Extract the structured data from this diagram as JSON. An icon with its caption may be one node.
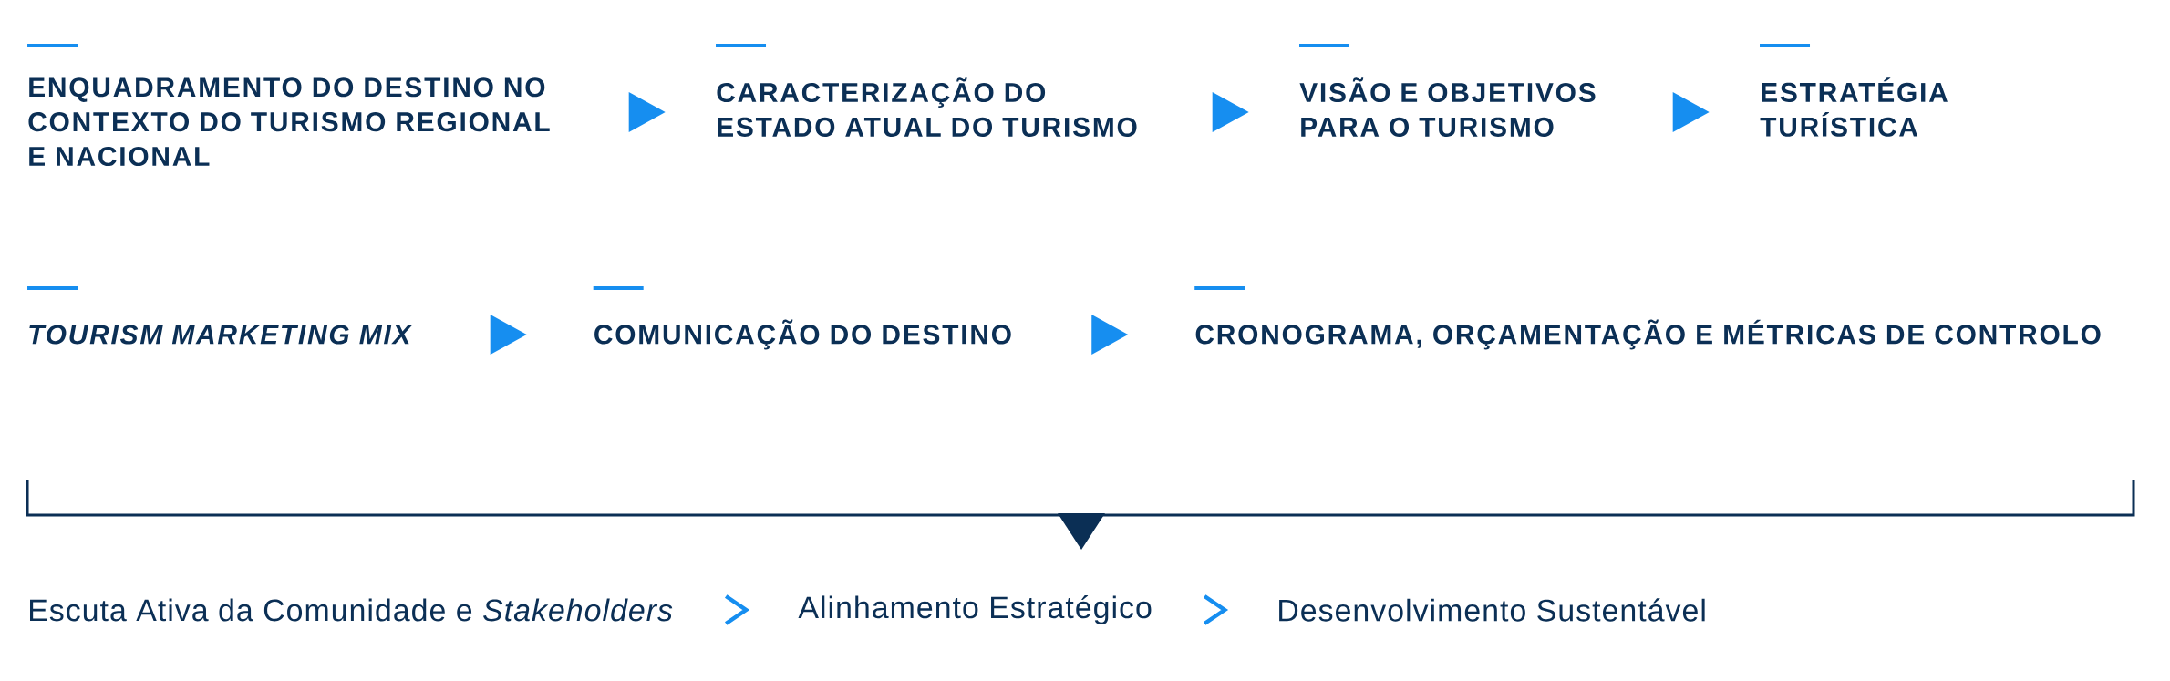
{
  "diagram": {
    "nodes": [
      {
        "text": [
          "ENQUADRAMENTO DO DESTINO NO CONTEXTO DO TURISMO REGIONAL E NACIONAL"
        ]
      },
      {
        "text": [
          "CARACTERIZAÇÃO DO ESTADO ATUAL DO TURISMO"
        ]
      },
      {
        "text": [
          "VISÃO E OBJETIVOS PARA O TURISMO"
        ]
      },
      {
        "text": [
          "ESTRATÉGIA TURÍSTICA"
        ]
      },
      {
        "text": [
          "TOURISM MARKETING MIX"
        ]
      },
      {
        "text": [
          "COMUNICAÇÃO DO DESTINO"
        ]
      },
      {
        "text": [
          "CRONOGRAMA, ORÇAMENTAÇÃO E MÉTRICAS DE CONTROLO"
        ]
      },
      {
        "text": [
          "Escuta Ativa da Comunidade e *Stakeholders*"
        ]
      },
      {
        "text": [
          "Alinhamento Estratégico"
        ]
      },
      {
        "text": [
          "Desenvolvimento Sustentável"
        ]
      }
    ],
    "edges": [
      {
        "from": 0,
        "to": 1,
        "arrow": "to"
      },
      {
        "from": 1,
        "to": 2,
        "arrow": "to"
      },
      {
        "from": 2,
        "to": 3,
        "arrow": "to"
      },
      {
        "from": 4,
        "to": 5,
        "arrow": "to"
      },
      {
        "from": 5,
        "to": 6,
        "arrow": "to"
      },
      {
        "from": 7,
        "to": 8,
        "arrow": "to"
      },
      {
        "from": 8,
        "to": 9,
        "arrow": "to"
      }
    ]
  }
}
